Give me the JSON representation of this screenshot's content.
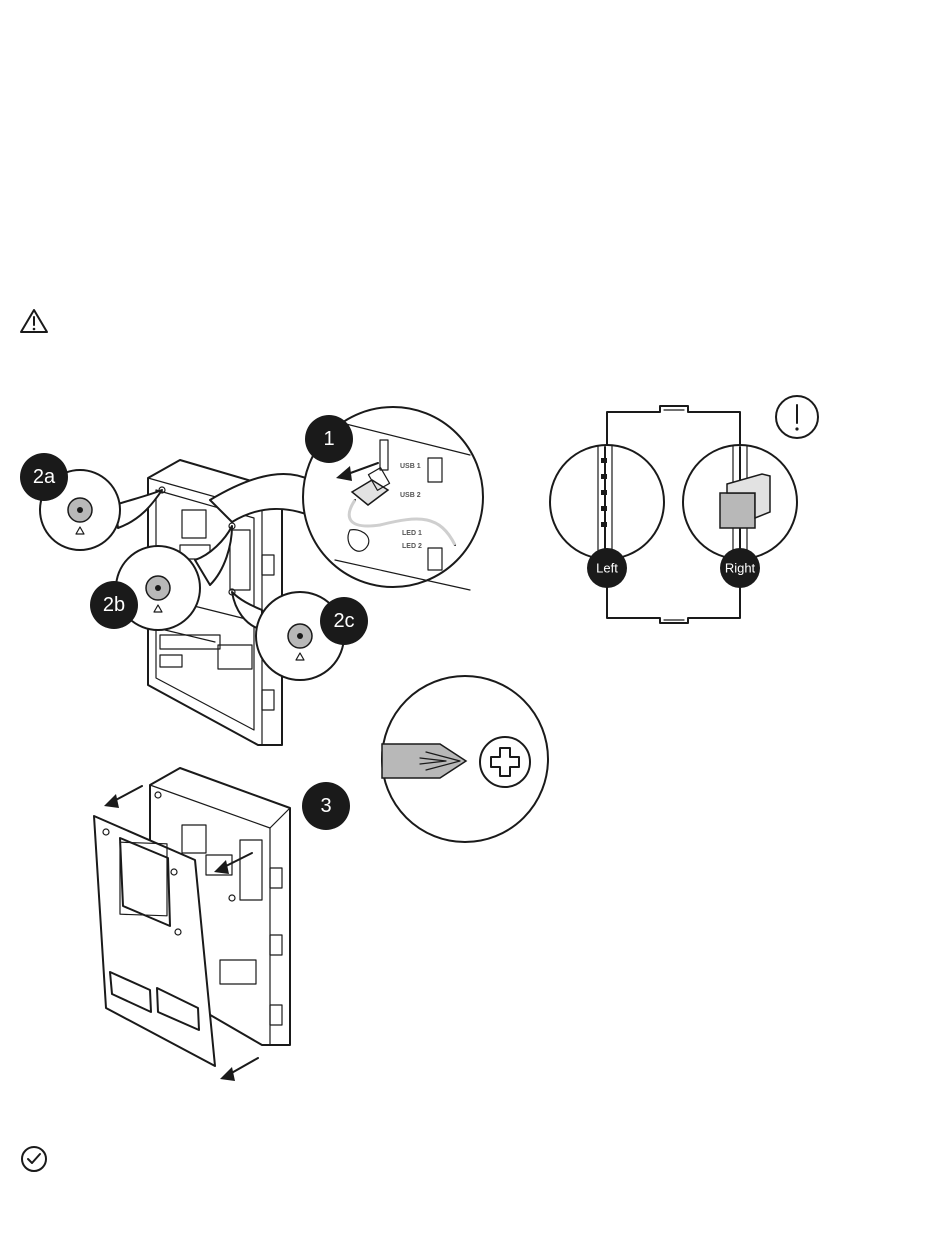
{
  "steps": {
    "step1": "1",
    "step2a": "2a",
    "step2b": "2b",
    "step2c": "2c",
    "step3": "3"
  },
  "detail": {
    "left_label": "Left",
    "right_label": "Right",
    "attention_mark": "!"
  },
  "board_labels": {
    "usb1": "USB 1",
    "usb2": "USB 2",
    "led1": "LED 1",
    "led2": "LED 2"
  },
  "icons": {
    "warning": "warning-triangle-icon",
    "check": "check-circle-icon",
    "attention": "exclamation-circle-icon",
    "screwdriver": "phillips-screwdriver-icon"
  }
}
